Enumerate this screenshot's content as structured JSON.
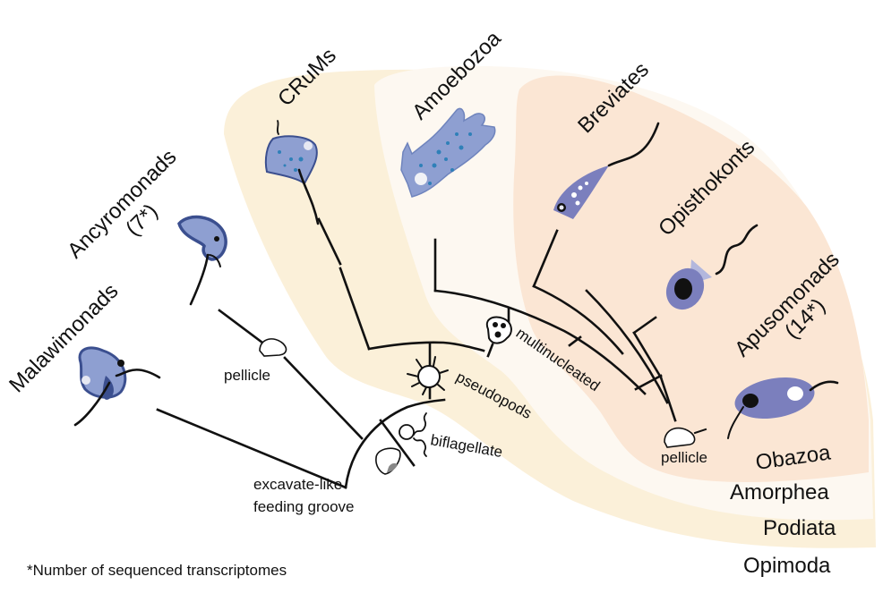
{
  "diagram": {
    "title": "Opimoda phylogeny schematic",
    "taxa": [
      {
        "name": "Malawimonads",
        "count_note": ""
      },
      {
        "name": "Ancyromonads",
        "count_note": "(7*)"
      },
      {
        "name": "CRuMs",
        "count_note": ""
      },
      {
        "name": "Amoebozoa",
        "count_note": ""
      },
      {
        "name": "Breviates",
        "count_note": ""
      },
      {
        "name": "Opisthokonts",
        "count_note": ""
      },
      {
        "name": "Apusomonads",
        "count_note": "(14*)"
      }
    ],
    "clades": [
      {
        "name": "Obazoa",
        "color": "#fbe6d4"
      },
      {
        "name": "Amorphea",
        "color": "#fdf8f1"
      },
      {
        "name": "Podiata",
        "color": "#fbf0d9"
      },
      {
        "name": "Opimoda",
        "color": "#ffffff"
      }
    ],
    "traits": {
      "pellicle_ancyro": "pellicle",
      "pellicle_obazoa": "pellicle",
      "pseudopods": "pseudopods",
      "multinucleated": "multinucleated",
      "biflagellate": "biflagellate",
      "feeding_groove_line1": "excavate-like",
      "feeding_groove_line2": "feeding groove"
    },
    "footnote": "*Number of sequenced transcriptomes",
    "colors": {
      "cell_fill": "#8e9fd1",
      "cell_outline": "#3b4f8f",
      "cell_dots": "#2f80b8",
      "opistho_fill": "#7b7fbd",
      "branch": "#111111"
    }
  }
}
